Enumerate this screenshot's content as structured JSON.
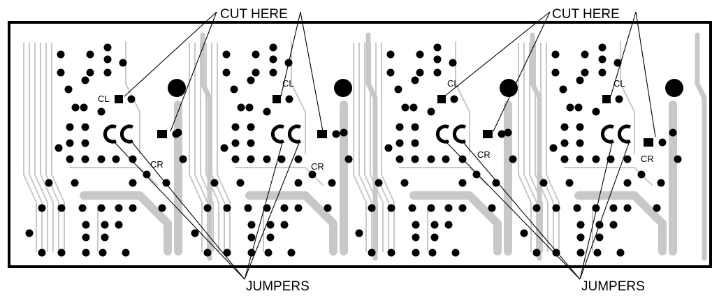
{
  "callouts": {
    "cut_here": "CUT HERE",
    "jumpers": "JUMPERS"
  },
  "pad_labels": {
    "cl": "CL",
    "cr": "CR"
  },
  "colors": {
    "outline": "#000000",
    "trace": "#c8c8c8",
    "pad": "#000000",
    "background": "#ffffff"
  }
}
